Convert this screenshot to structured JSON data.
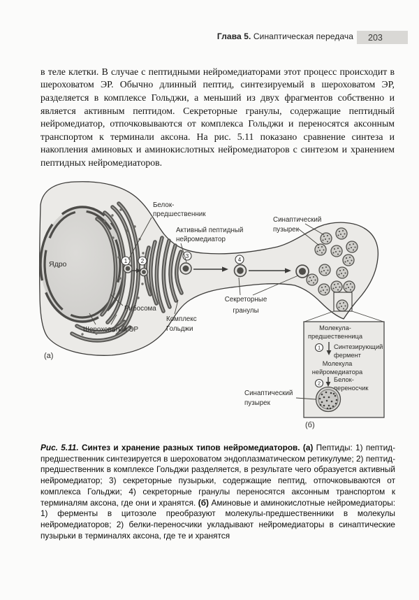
{
  "page": {
    "header": {
      "chapter": "Глава 5.",
      "chapter_title": " Синаптическая передача",
      "page_number": "203"
    },
    "body_paragraph": "в теле клетки. В случае с пептидными нейромедиаторами этот процесс происходит в шероховатом ЭР. Обычно длинный пептид, синтезируемый в шероховатом ЭР, разделяется в комплексе Гольджи, а меньший из двух фрагментов собственно и является активным пептидом. Секреторные гранулы, содержащие пептидный нейромедиатор, отпочковываются от комплекса Гольджи и переносятся аксонным транспортом к терминали аксона. На рис. 5.11 показано сравнение синтеза и накопления аминовых и аминокислотных нейромедиаторов с синтезом и хранением пептидных нейромедиаторов.",
    "figure": {
      "panel_a": {
        "label": "(а)",
        "labels": {
          "precursor_line1": "Белок-",
          "precursor_line2": "предшественник",
          "active_line1": "Активный пептидный",
          "active_line2": "нейромедиатор",
          "syn_vesicle_line1": "Синаптический",
          "syn_vesicle_line2": "пузырек",
          "nucleus": "Ядро",
          "ribosome": "Рибосома",
          "rough_er": "Шероховатый ЭР",
          "golgi_line1": "Комплекс",
          "golgi_line2": "Гольджи",
          "granules_line1": "Секреторные",
          "granules_line2": "гранулы"
        },
        "markers": {
          "step1": "1",
          "step2": "2",
          "step3": "3",
          "step4": "4"
        }
      },
      "panel_b": {
        "label": "(б)",
        "labels": {
          "precursor_line1": "Молекула-",
          "precursor_line2": "предшественница",
          "enzyme_line1": "Синтезирующий",
          "enzyme_line2": "фермент",
          "molecule_line1": "Молекула",
          "molecule_line2": "нейромедиатора",
          "carrier_line1": "Белок-",
          "carrier_line2": "переносчик",
          "syn_vesicle_line1": "Синаптический",
          "syn_vesicle_line2": "пузырек"
        },
        "markers": {
          "step1": "1",
          "step2": "2"
        }
      },
      "caption": {
        "fig_label": "Рис. 5.11.",
        "title": "Синтез и хранение разных типов нейромедиаторов.",
        "part_a_label": "(а)",
        "part_a_text": "Пептиды: 1) пептид-предшественник синтезируется в шероховатом эндоплазматическом ретикулуме; 2) пептид-предшественник в комплексе Гольджи разделяется, в результате чего образуется активный нейромедиатор; 3) секреторные пузырьки, содержащие пептид, отпочковываются от комплекса Гольджи; 4) секреторные гранулы переносятся аксонным транспортом к терминалям аксона, где они и хранятся.",
        "part_b_label": "(б)",
        "part_b_text": "Аминовые и аминокислотные нейромедиаторы: 1) ферменты в цитозоле преобразуют молекулы-предшественники в молекулы нейромедиаторов; 2) белки-переносчики укладывают нейромедиаторы в синаптические пузырьки в терминалях аксона, где те и хранятся"
      }
    },
    "colors": {
      "page_bg": "#fbfbfa",
      "page_number_bg": "#d9d8d5",
      "cell_fill": "#ebeae7",
      "line": "#3b3a38"
    }
  }
}
